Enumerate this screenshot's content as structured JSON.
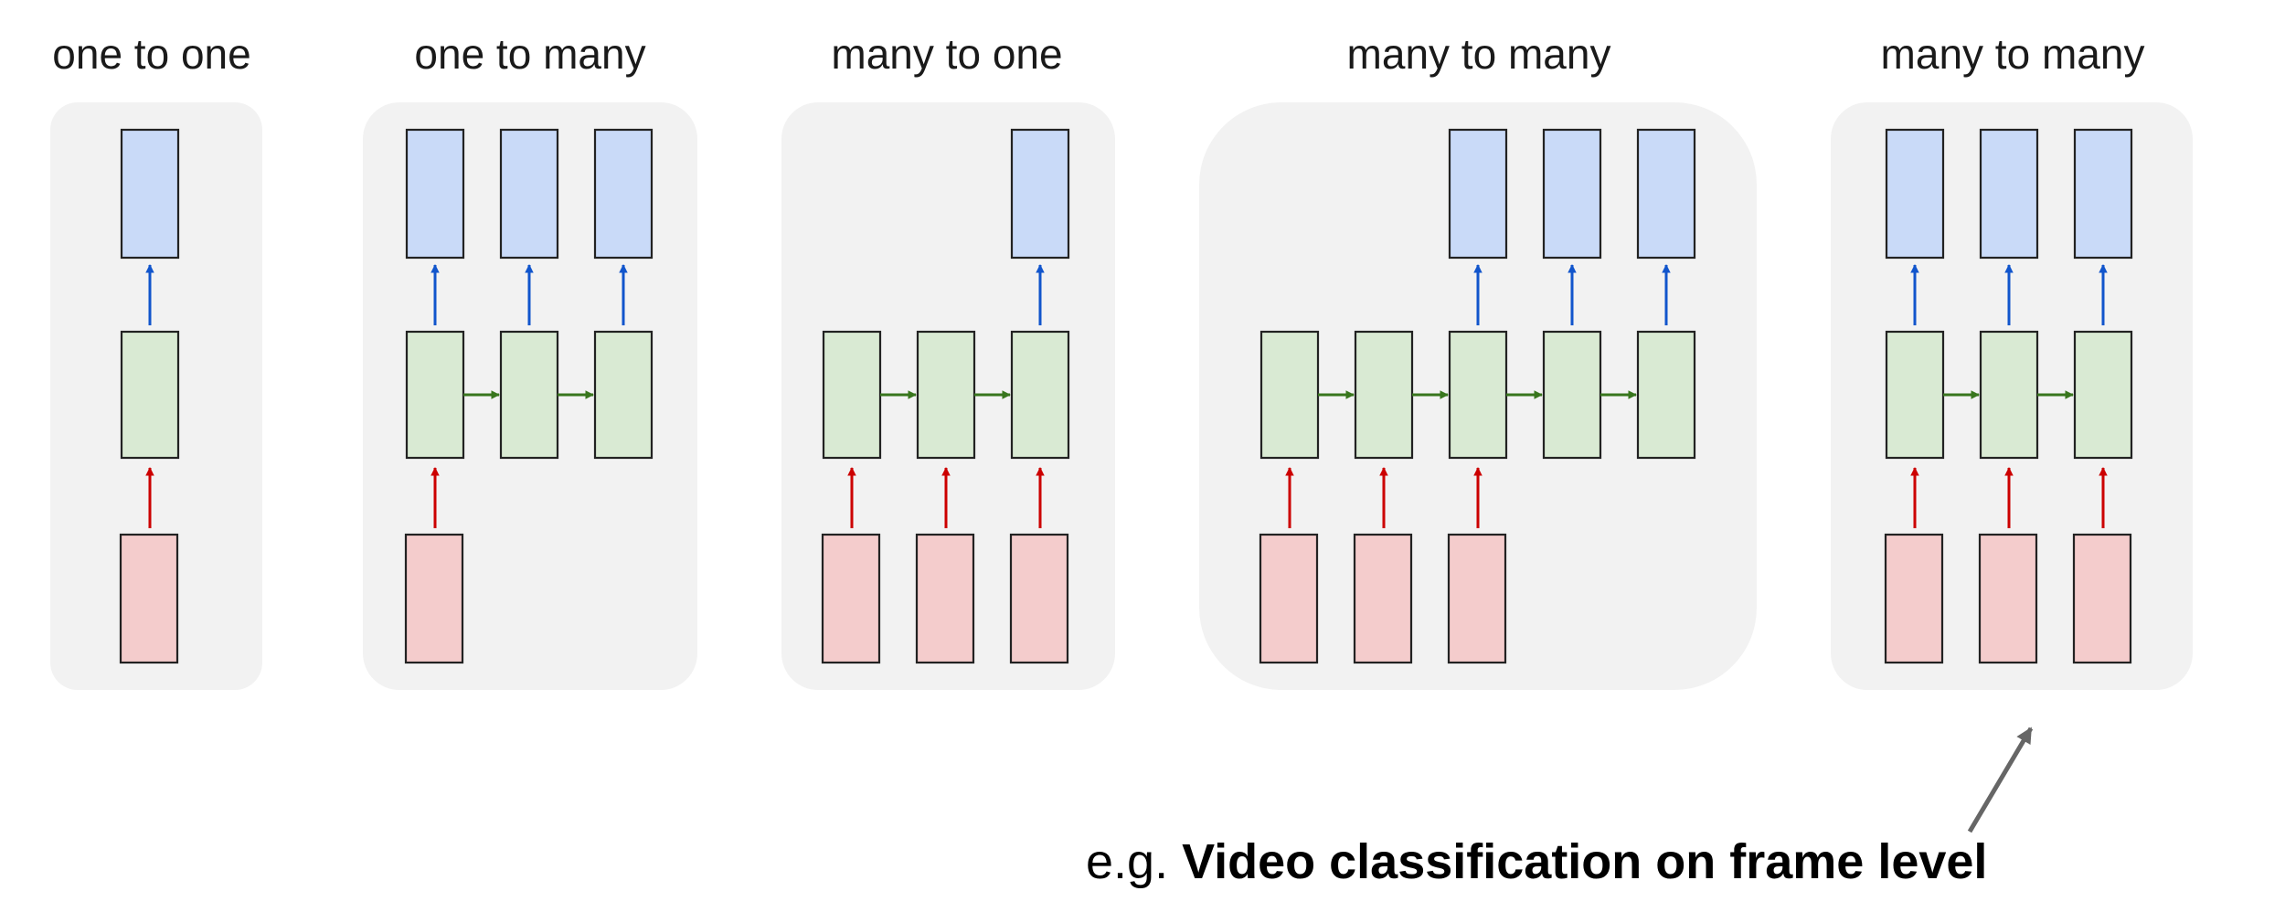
{
  "colors": {
    "panel": "#f2f2f2",
    "input_fill": "#f4cccc",
    "hidden_fill": "#d9ead3",
    "output_fill": "#c9daf8",
    "box_stroke": "#222222",
    "input_arrow": "#cc0000",
    "recurrent_arrow": "#38761d",
    "output_arrow": "#1155cc",
    "pointer_arrow": "#666666"
  },
  "panels": [
    {
      "title": "one to one",
      "steps": [
        {
          "input": true,
          "output": true
        }
      ]
    },
    {
      "title": "one to many",
      "steps": [
        {
          "input": true,
          "output": true
        },
        {
          "input": false,
          "output": true
        },
        {
          "input": false,
          "output": true
        }
      ]
    },
    {
      "title": "many to one",
      "steps": [
        {
          "input": true,
          "output": false
        },
        {
          "input": true,
          "output": false
        },
        {
          "input": true,
          "output": true
        }
      ]
    },
    {
      "title": "many to many",
      "steps": [
        {
          "input": true,
          "output": false
        },
        {
          "input": true,
          "output": false
        },
        {
          "input": true,
          "output": true
        },
        {
          "input": false,
          "output": true
        },
        {
          "input": false,
          "output": true
        }
      ]
    },
    {
      "title": "many to many",
      "steps": [
        {
          "input": true,
          "output": true
        },
        {
          "input": true,
          "output": true
        },
        {
          "input": true,
          "output": true
        }
      ]
    }
  ],
  "caption": {
    "prefix": "e.g. ",
    "text": "Video classification on frame level"
  }
}
